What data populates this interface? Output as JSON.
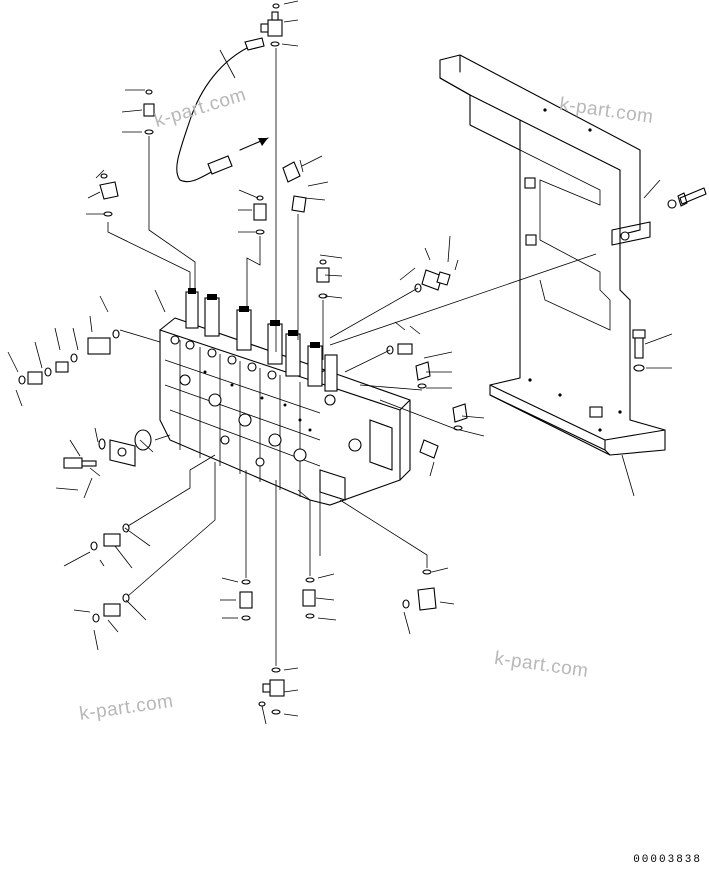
{
  "watermark": {
    "text_1": "k-part.com",
    "text_2": "k-part.com",
    "text_3": "k-part.com"
  },
  "drawing_number": "00003838",
  "colors": {
    "line": "#000000",
    "background": "#ffffff",
    "watermark": "#b8b8b8"
  }
}
